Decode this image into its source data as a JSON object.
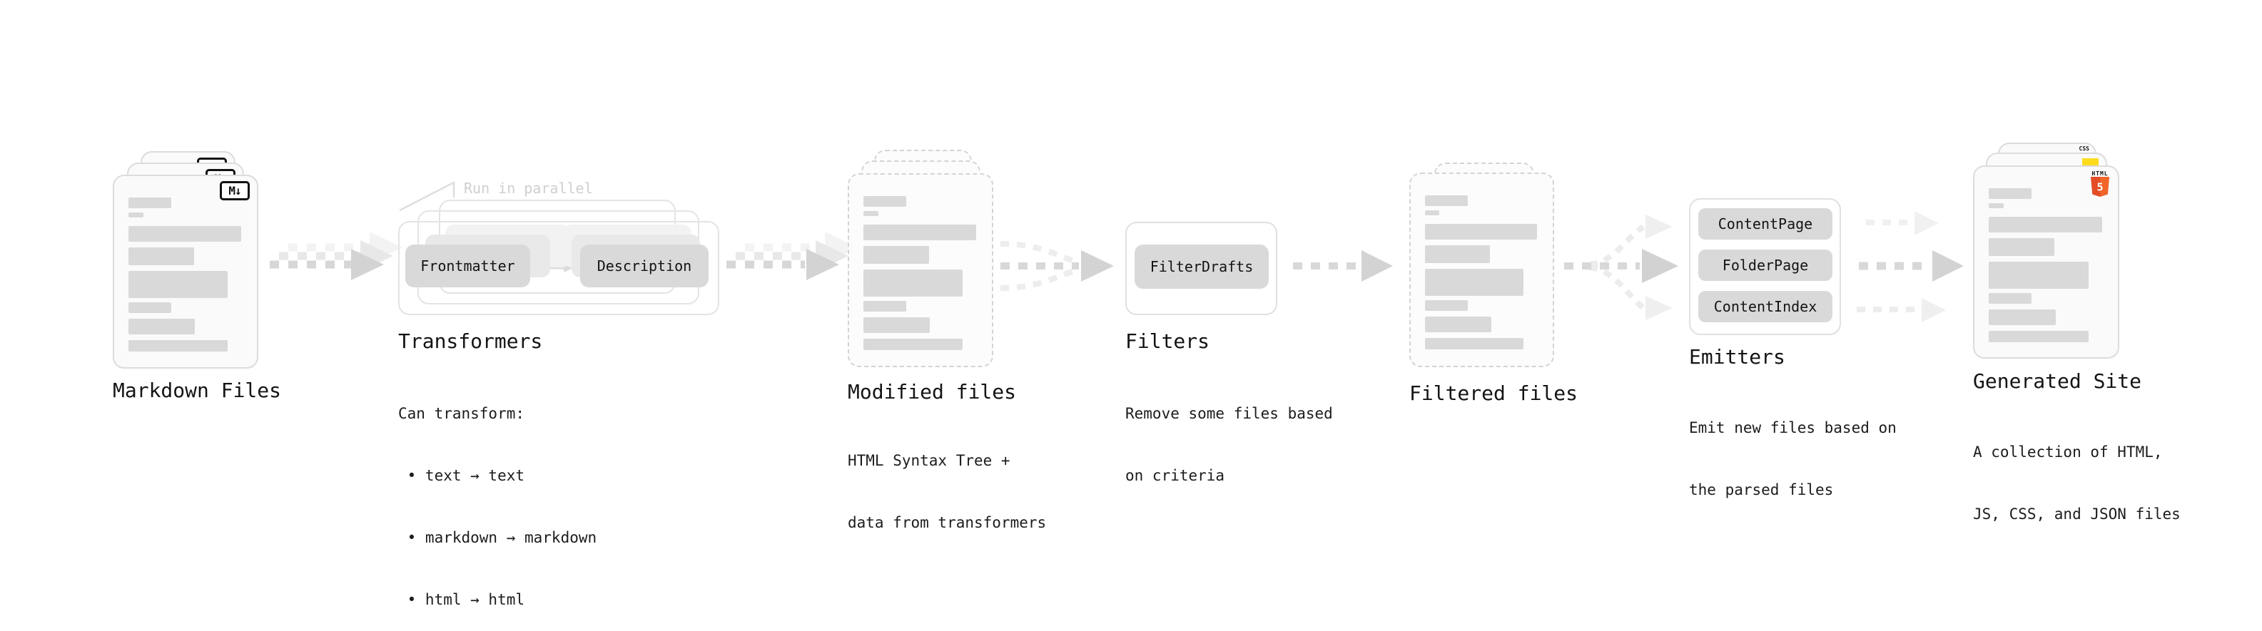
{
  "stages": {
    "markdown_files": {
      "title": "Markdown Files",
      "badge": "M↓"
    },
    "transformers": {
      "title": "Transformers",
      "note": "Run in parallel",
      "nodes": [
        "Frontmatter",
        "Description"
      ],
      "desc": [
        "Can transform:",
        " • text → text",
        " • markdown → markdown",
        " • html → html"
      ]
    },
    "modified_files": {
      "title": "Modified files",
      "desc": [
        "HTML Syntax Tree +",
        "data from transformers"
      ]
    },
    "filters": {
      "title": "Filters",
      "nodes": [
        "FilterDrafts"
      ],
      "desc": [
        "Remove some files based",
        "on criteria"
      ]
    },
    "filtered_files": {
      "title": "Filtered files"
    },
    "emitters": {
      "title": "Emitters",
      "nodes": [
        "ContentPage",
        "FolderPage",
        "ContentIndex"
      ],
      "desc": [
        "Emit new files based on",
        "the parsed files"
      ]
    },
    "generated_site": {
      "title": "Generated Site",
      "badges": {
        "css": "CSS",
        "html_label": "HTML",
        "html_number": "5"
      },
      "desc": [
        "A collection of HTML,",
        "JS, CSS, and JSON files"
      ]
    }
  },
  "colors": {
    "bar_gray": "#d9d9d9",
    "arrow_gray": "#d7d7d7",
    "html5_orange": "#e44d26",
    "html5_orange_light": "#f16529",
    "js_yellow": "#ffdb1e",
    "css_blue": "#2668f5"
  }
}
